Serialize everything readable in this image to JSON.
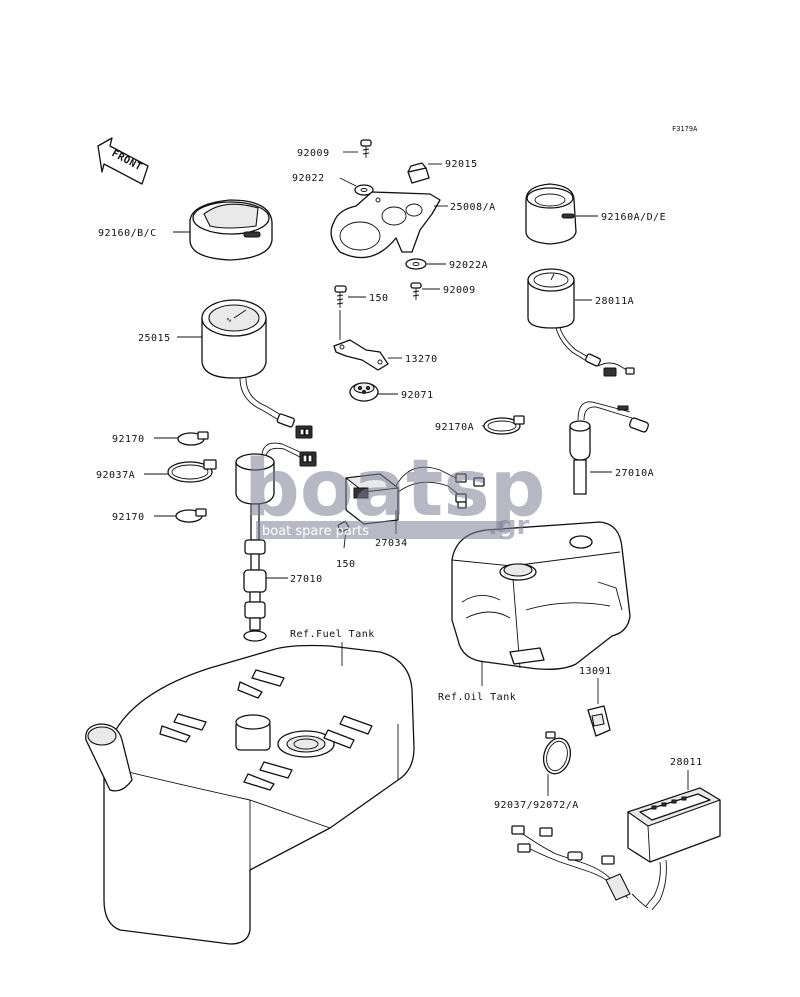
{
  "figure_code": "F3179A",
  "front_label": "FRONT",
  "watermark": {
    "main": "boatsp",
    "tagline": "boat spare parts",
    "suffix": ".gr"
  },
  "labels": {
    "p92009_top": "92009",
    "p92015": "92015",
    "p92022": "92022",
    "p25008": "25008/A",
    "p92160": "92160/B/C",
    "p92160a": "92160A/D/E",
    "p92022a": "92022A",
    "p150_top": "150",
    "p92009_mid": "92009",
    "p28011a": "28011A",
    "p25015": "25015",
    "p13270": "13270",
    "p92071": "92071",
    "p92170": "92170",
    "p92170a": "92170A",
    "p92037a": "92037A",
    "p27010a": "27010A",
    "p92170_b": "92170",
    "p27034": "27034",
    "p150_bot": "150",
    "p27010": "27010",
    "ref_fuel": "Ref.Fuel Tank",
    "ref_oil": "Ref.Oil Tank",
    "p13091": "13091",
    "p28011": "28011",
    "p92037": "92037/92072/A"
  }
}
